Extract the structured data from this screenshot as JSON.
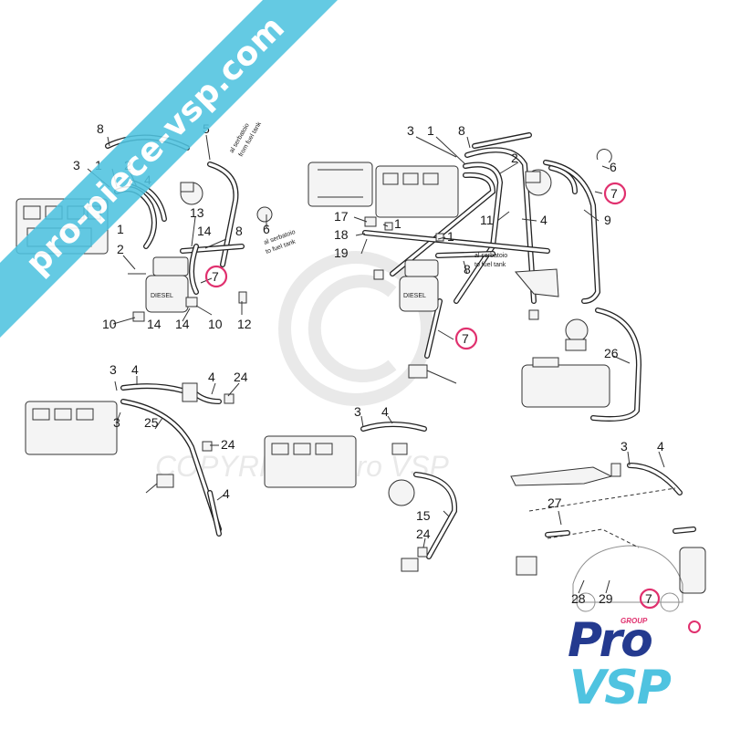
{
  "watermark_banner": "pro-piece-vsp.com",
  "copyright_watermark": "COPYRIGHT Pro VSP",
  "logo": {
    "group": "GROUP",
    "pro": "Pro",
    "vsp": "VSP"
  },
  "labels": {
    "fuel_tank_1": [
      "al serbatoio",
      "from fuel tank"
    ],
    "fuel_tank_2": [
      "al serbatoio",
      "to fuel tank"
    ],
    "fuel_tank_3": [
      "al serbatoio",
      "to fuel tank"
    ],
    "filter_text": "DIESEL"
  },
  "highlight_color": "#e0306e",
  "callouts": [
    "8",
    "3",
    "1",
    "2",
    "4",
    "5",
    "1",
    "2",
    "13",
    "14",
    "8",
    "6",
    "7",
    "10",
    "14",
    "14",
    "10",
    "12",
    "3",
    "1",
    "8",
    "2",
    "6",
    "7",
    "17",
    "1",
    "18",
    "19",
    "11",
    "4",
    "9",
    "1",
    "8",
    "7",
    "26",
    "3",
    "4",
    "4",
    "24",
    "3",
    "25",
    "24",
    "4",
    "3",
    "4",
    "15",
    "24",
    "3",
    "4",
    "27",
    "28",
    "29",
    "7"
  ]
}
